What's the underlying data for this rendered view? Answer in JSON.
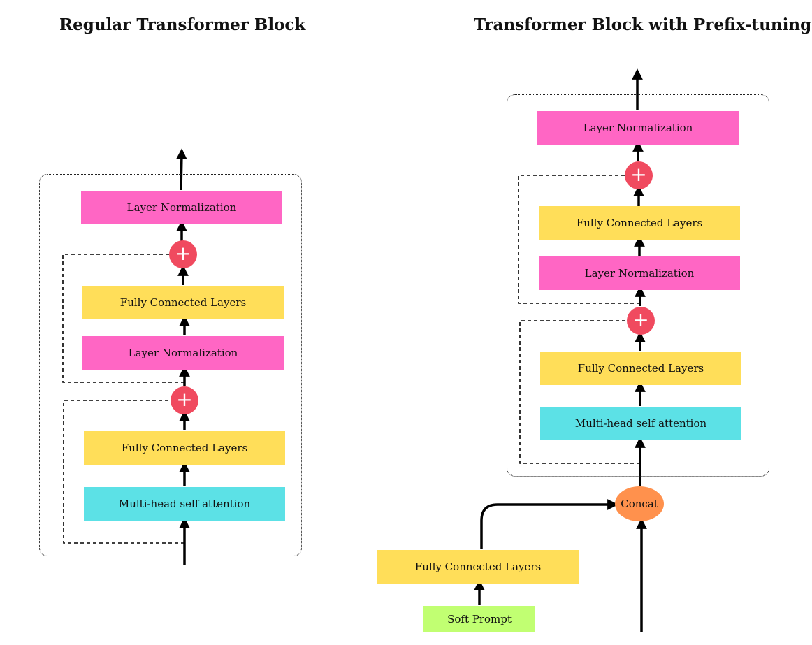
{
  "titles": {
    "left": "Regular Transformer Block",
    "right": "Transformer Block with Prefix-tuning"
  },
  "left_block": {
    "layer_norm_top": "Layer Normalization",
    "fc_top": "Fully Connected Layers",
    "layer_norm_mid": "Layer Normalization",
    "fc_bottom": "Fully Connected Layers",
    "attention": "Multi-head self attention",
    "plus_symbol": "+"
  },
  "right_block": {
    "layer_norm_top": "Layer Normalization",
    "fc_top": "Fully Connected Layers",
    "layer_norm_mid": "Layer Normalization",
    "fc_bottom": "Fully Connected Layers",
    "attention": "Multi-head self attention",
    "plus_symbol": "+",
    "concat": "Concat",
    "prefix_fc": "Fully Connected Layers",
    "soft_prompt": "Soft Prompt"
  },
  "colors": {
    "layer_norm": "#ff66c4",
    "fully_connected": "#ffde59",
    "attention": "#5ce1e6",
    "soft_prompt": "#c1ff72",
    "add": "#f04a5f",
    "concat": "#ff914d"
  },
  "icons": {
    "add": "plus-icon",
    "flow": "arrow-up-icon"
  }
}
